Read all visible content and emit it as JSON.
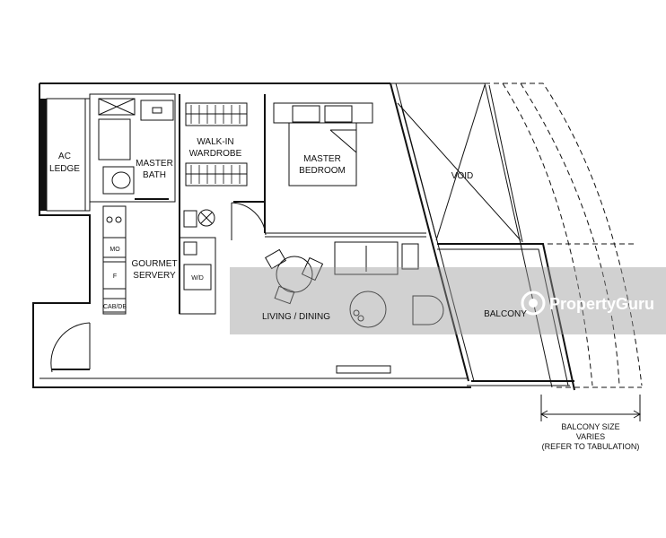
{
  "labels": {
    "ac_ledge_1": "AC",
    "ac_ledge_2": "LEDGE",
    "master_bath_1": "MASTER",
    "master_bath_2": "BATH",
    "walkin_1": "WALK-IN",
    "walkin_2": "WARDROBE",
    "master_bedroom_1": "MASTER",
    "master_bedroom_2": "BEDROOM",
    "void": "VOID",
    "gourmet_1": "GOURMET",
    "gourmet_2": "SERVERY",
    "mo": "MO",
    "f": "F",
    "cab_db": "CAB/DB",
    "wd": "W/D",
    "living_dining": "LIVING / DINING",
    "balcony": "BALCONY"
  },
  "note": {
    "line1": "BALCONY SIZE",
    "line2": "VARIES",
    "line3": "(REFER TO TABULATION)"
  },
  "watermark": {
    "text": "PropertyGuru"
  }
}
